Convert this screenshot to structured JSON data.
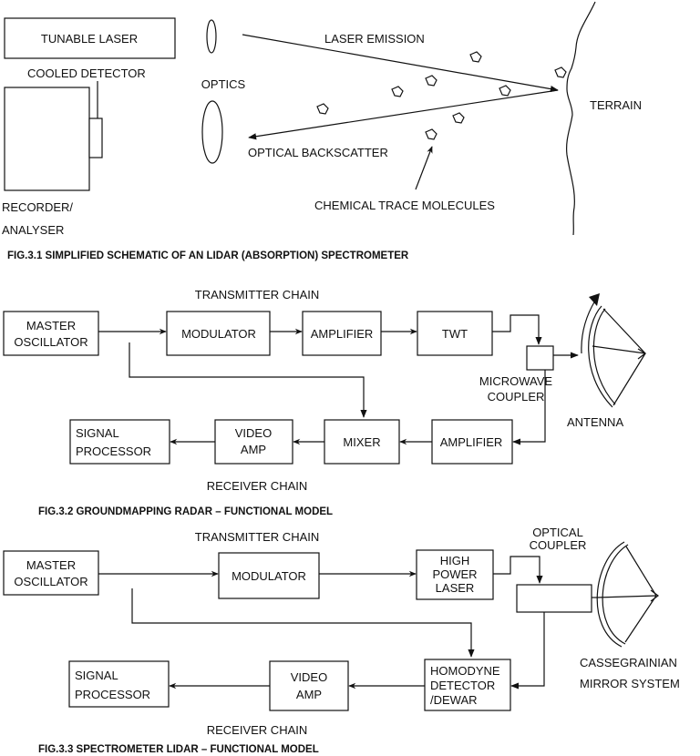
{
  "fig1": {
    "tunable_laser": "TUNABLE LASER",
    "cooled_detector": "COOLED DETECTOR",
    "optics": "OPTICS",
    "laser_emission": "LASER EMISSION",
    "terrain": "TERRAIN",
    "optical_backscatter": "OPTICAL BACKSCATTER",
    "chemical_trace": "CHEMICAL TRACE MOLECULES",
    "recorder_line1": "RECORDER/",
    "recorder_line2": "ANALYSER",
    "caption": "FIG.3.1 SIMPLIFIED SCHEMATIC OF AN LIDAR (ABSORPTION) SPECTROMETER"
  },
  "fig2": {
    "transmitter_chain": "TRANSMITTER CHAIN",
    "master_osc_line1": "MASTER",
    "master_osc_line2": "OSCILLATOR",
    "modulator": "MODULATOR",
    "amplifier_tx": "AMPLIFIER",
    "twt": "TWT",
    "coupler_line1": "MICROWAVE",
    "coupler_line2": "COUPLER",
    "antenna": "ANTENNA",
    "signal_proc_line1": "SIGNAL",
    "signal_proc_line2": "PROCESSOR",
    "video_amp_line1": "VIDEO",
    "video_amp_line2": "AMP",
    "mixer": "MIXER",
    "amplifier_rx": "AMPLIFIER",
    "receiver_chain": "RECEIVER CHAIN",
    "caption": "FIG.3.2 GROUNDMAPPING RADAR – FUNCTIONAL MODEL"
  },
  "fig3": {
    "transmitter_chain": "TRANSMITTER CHAIN",
    "optical_coupler_line1": "OPTICAL",
    "optical_coupler_line2": "COUPLER",
    "master_osc_line1": "MASTER",
    "master_osc_line2": "OSCILLATOR",
    "modulator": "MODULATOR",
    "laser_line1": "HIGH",
    "laser_line2": "POWER",
    "laser_line3": "LASER",
    "signal_proc_line1": "SIGNAL",
    "signal_proc_line2": "PROCESSOR",
    "video_amp_line1": "VIDEO",
    "video_amp_line2": "AMP",
    "homodyne_line1": "HOMODYNE",
    "homodyne_line2": "DETECTOR",
    "homodyne_line3": "/DEWAR",
    "mirror_line1": "CASSEGRAINIAN",
    "mirror_line2": "MIRROR SYSTEM",
    "receiver_chain": "RECEIVER CHAIN",
    "caption": "FIG.3.3 SPECTROMETER LIDAR – FUNCTIONAL MODEL"
  }
}
